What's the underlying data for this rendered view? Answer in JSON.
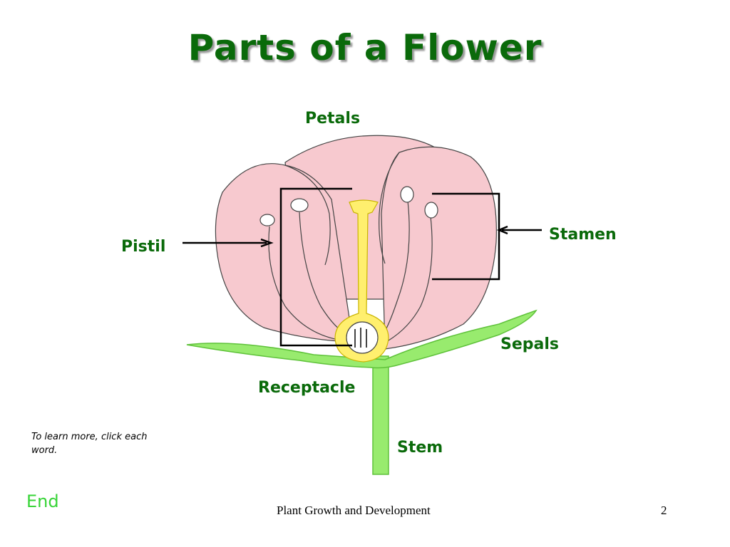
{
  "slide": {
    "title": "Parts of a Flower",
    "hint": "To learn more, click each word.",
    "end_label": "End",
    "footer": "Plant Growth and Development",
    "page_number": "2"
  },
  "labels": {
    "petals": "Petals",
    "pistil": "Pistil",
    "stamen": "Stamen",
    "sepals": "Sepals",
    "receptacle": "Receptacle",
    "stem": "Stem"
  },
  "colors": {
    "title": "#0a6a0a",
    "label": "#0a6a0a",
    "end": "#37d437",
    "petal": "#f7c9cf",
    "pistil": "#ffef6e",
    "sepal": "#98eb6e"
  }
}
